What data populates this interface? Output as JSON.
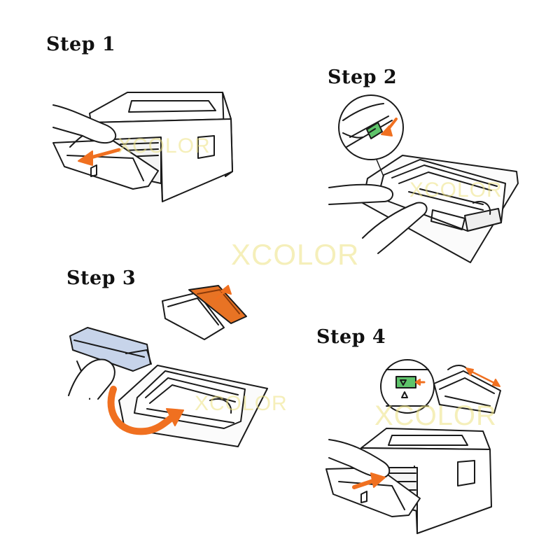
{
  "steps": [
    {
      "title": "Step 1",
      "description_icon": "open-front-cover"
    },
    {
      "title": "Step 2",
      "description_icon": "push-green-lever"
    },
    {
      "title": "Step 3",
      "description_icon": "insert-toner-into-drum"
    },
    {
      "title": "Step 4",
      "description_icon": "reinstall-drum-unit"
    }
  ],
  "watermark": "XCOLOR",
  "colors": {
    "accent_arrow": "#f07020",
    "lever_green": "#5ec46a",
    "toner_body": "#c7d4ea",
    "outline": "#1a1a1a"
  }
}
